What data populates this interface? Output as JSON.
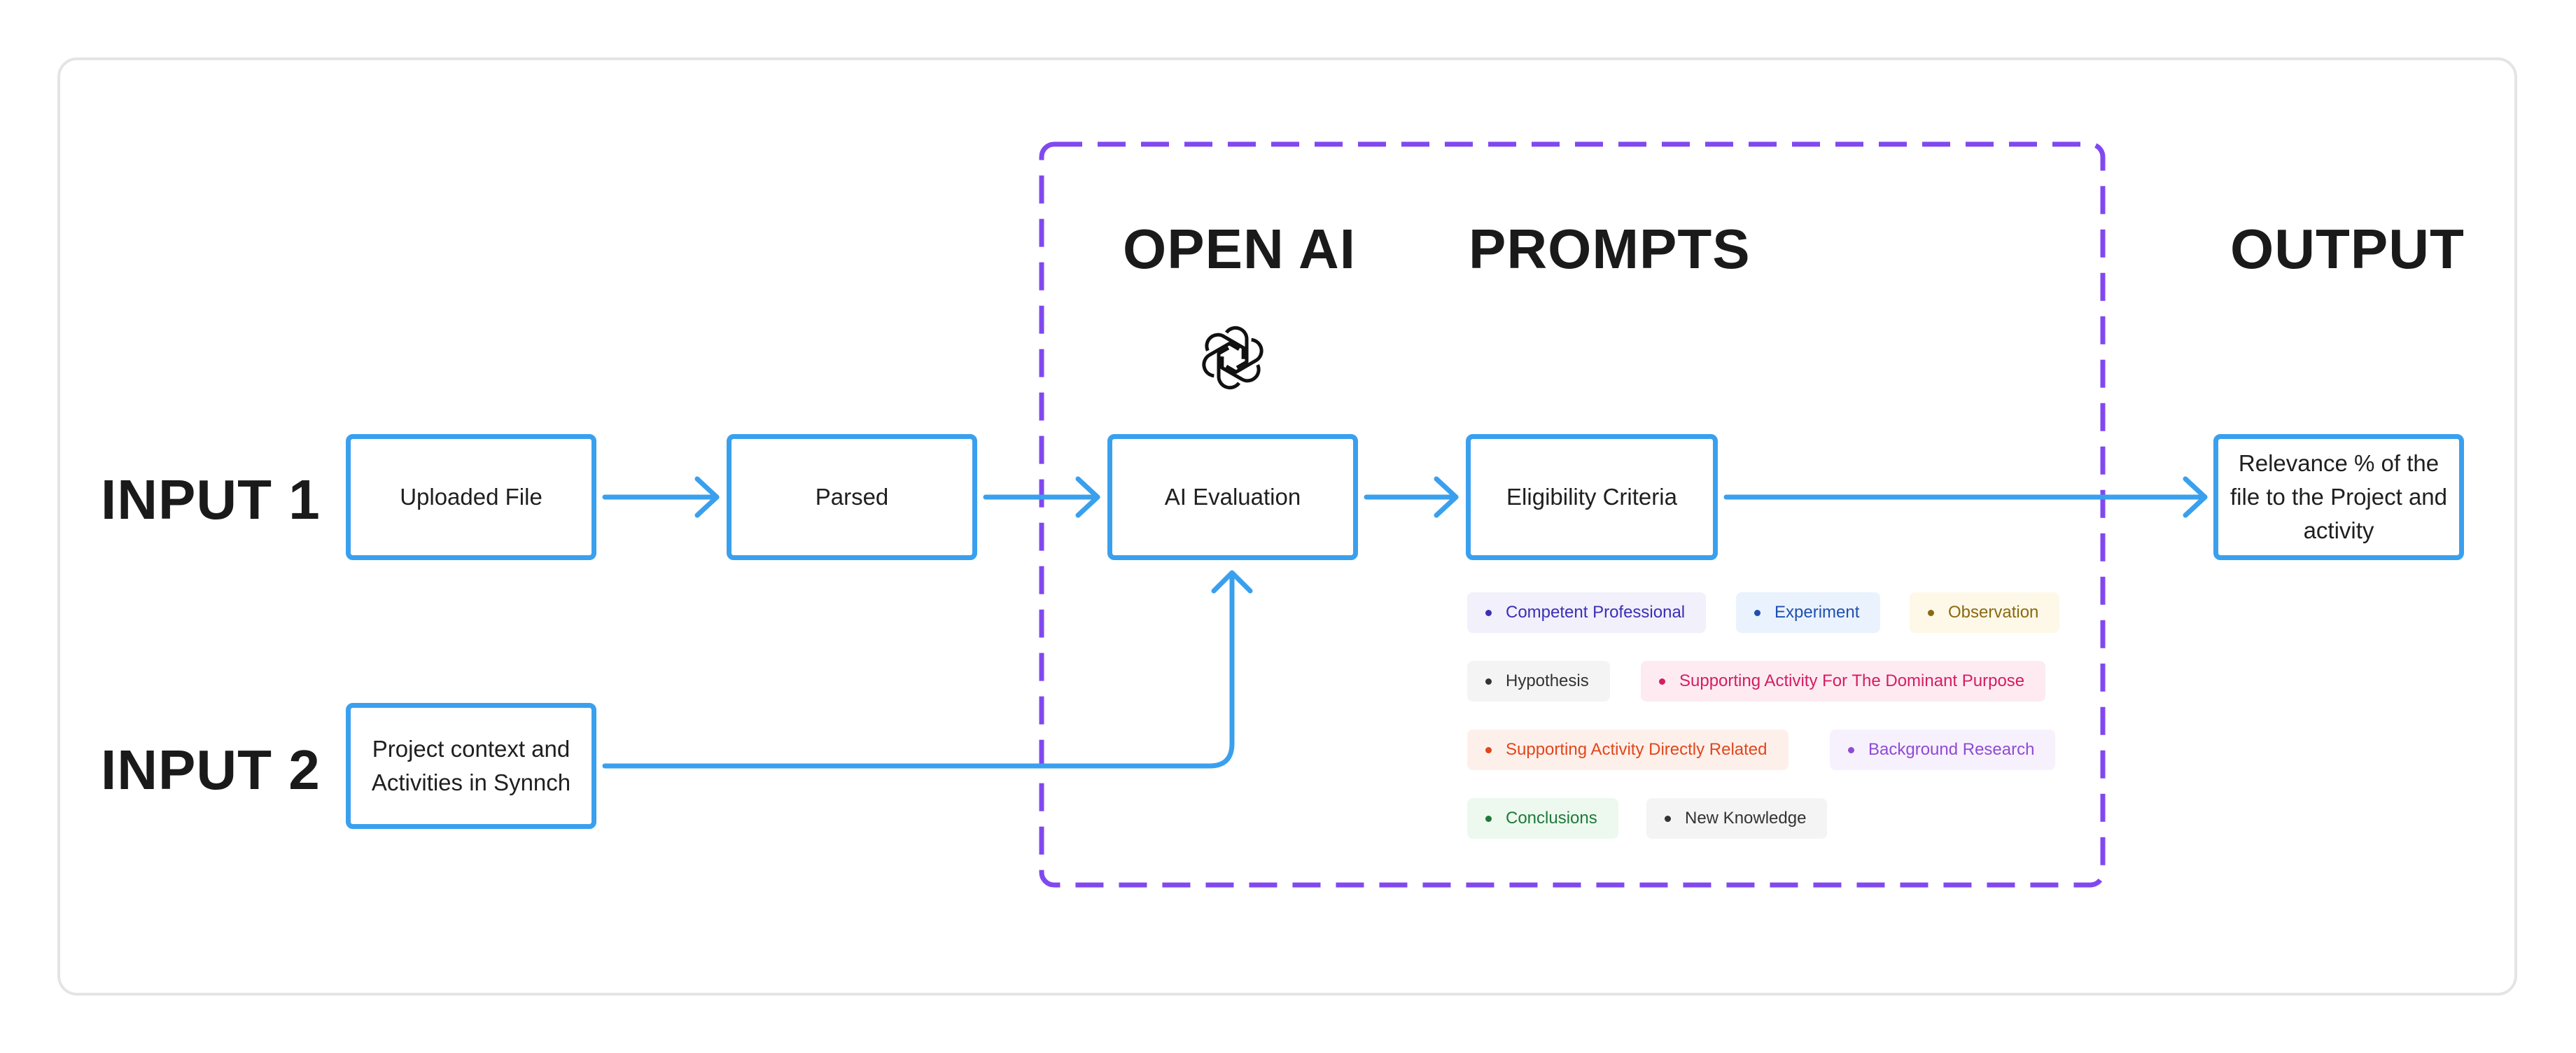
{
  "headings": {
    "input1": "INPUT 1",
    "input2": "INPUT 2",
    "open_ai": "OPEN AI",
    "prompts": "PROMPTS",
    "output": "OUTPUT"
  },
  "nodes": {
    "uploaded_file": "Uploaded File",
    "parsed": "Parsed",
    "ai_evaluation": "AI Evaluation",
    "eligibility_criteria": "Eligibility Criteria",
    "project_context": [
      "Project context and",
      "Activities in Synnch"
    ],
    "output": [
      "Relevance % of the",
      "file to the Project and",
      "activity"
    ]
  },
  "prompt_tags": [
    {
      "label": "Competent Professional",
      "color": "#3b2fb5",
      "bg": "#f1f0fb"
    },
    {
      "label": "Experiment",
      "color": "#1f4fb0",
      "bg": "#eaf2fd"
    },
    {
      "label": "Observation",
      "color": "#8a6a10",
      "bg": "#fdf8e8"
    },
    {
      "label": "Hypothesis",
      "color": "#333333",
      "bg": "#f4f4f4"
    },
    {
      "label": "Supporting Activity For The Dominant Purpose",
      "color": "#d61c62",
      "bg": "#fdebf1"
    },
    {
      "label": "Supporting Activity Directly Related",
      "color": "#e2461d",
      "bg": "#fdf0ea"
    },
    {
      "label": "Background Research",
      "color": "#8e4ad6",
      "bg": "#f7f1fd"
    },
    {
      "label": "Conclusions",
      "color": "#1e7a3a",
      "bg": "#edf8ef"
    },
    {
      "label": "New Knowledge",
      "color": "#333333",
      "bg": "#f4f4f4"
    }
  ],
  "colors": {
    "connector": "#3aa0ee",
    "openai_group_border": "#8148f0",
    "frame_border": "#e4e4e4"
  },
  "icons": {
    "openai_logo": "openai-logo-icon"
  }
}
